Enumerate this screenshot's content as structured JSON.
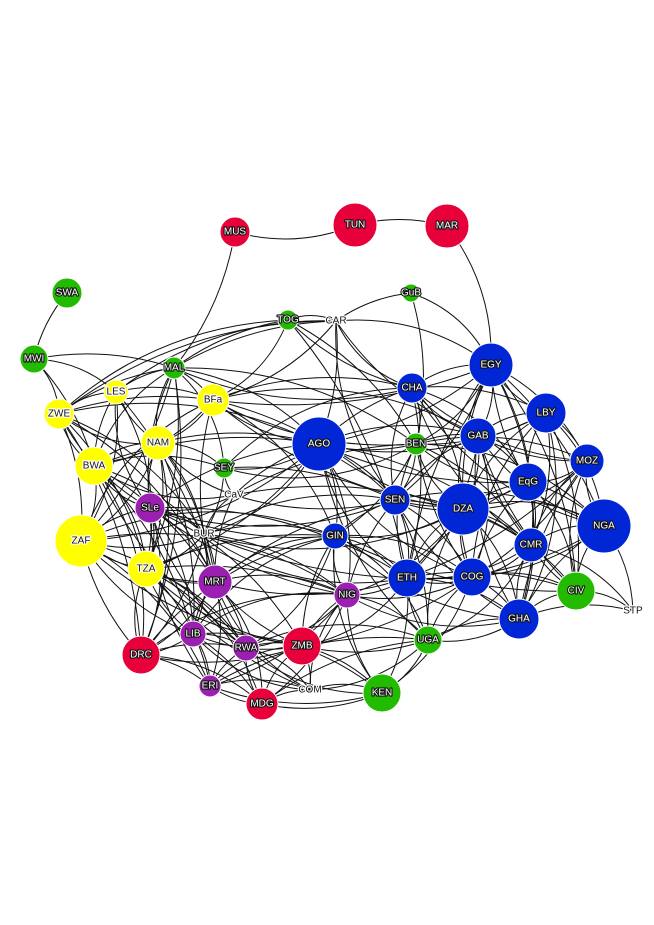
{
  "colors": {
    "yellow": "#ffff00",
    "red": "#e8003a",
    "blue": "#0026d6",
    "green": "#22bb00",
    "purple": "#9b1fb0",
    "none": "#ffffff",
    "edge": "#111111"
  },
  "nodes": [
    {
      "id": "MUS",
      "label": "MUS",
      "group": "red"
    },
    {
      "id": "TUN",
      "label": "TUN",
      "group": "red"
    },
    {
      "id": "MAR",
      "label": "MAR",
      "group": "red"
    },
    {
      "id": "SWA",
      "label": "SWA",
      "group": "green"
    },
    {
      "id": "GuB",
      "label": "GuB",
      "group": "green"
    },
    {
      "id": "TOG",
      "label": "TOG",
      "group": "green"
    },
    {
      "id": "CAR",
      "label": "CAR",
      "group": "none"
    },
    {
      "id": "MWI",
      "label": "MWI",
      "group": "green"
    },
    {
      "id": "MAL",
      "label": "MAL",
      "group": "green"
    },
    {
      "id": "EGY",
      "label": "EGY",
      "group": "blue"
    },
    {
      "id": "LES",
      "label": "LES",
      "group": "yellow"
    },
    {
      "id": "CHA",
      "label": "CHA",
      "group": "blue"
    },
    {
      "id": "ZWE",
      "label": "ZWE",
      "group": "yellow"
    },
    {
      "id": "BFa",
      "label": "BFa",
      "group": "yellow"
    },
    {
      "id": "LBY",
      "label": "LBY",
      "group": "blue"
    },
    {
      "id": "AGO",
      "label": "AGO",
      "group": "blue"
    },
    {
      "id": "NAM",
      "label": "NAM",
      "group": "yellow"
    },
    {
      "id": "BEN",
      "label": "BEN",
      "group": "green"
    },
    {
      "id": "GAB",
      "label": "GAB",
      "group": "blue"
    },
    {
      "id": "MOZ",
      "label": "MOZ",
      "group": "blue"
    },
    {
      "id": "BWA",
      "label": "BWA",
      "group": "yellow"
    },
    {
      "id": "SEY",
      "label": "SEY",
      "group": "green"
    },
    {
      "id": "EqG",
      "label": "EqG",
      "group": "blue"
    },
    {
      "id": "CaV",
      "label": "CaV",
      "group": "none"
    },
    {
      "id": "SEN",
      "label": "SEN",
      "group": "blue"
    },
    {
      "id": "SLe",
      "label": "SLe",
      "group": "purple"
    },
    {
      "id": "DZA",
      "label": "DZA",
      "group": "blue"
    },
    {
      "id": "NGA",
      "label": "NGA",
      "group": "blue"
    },
    {
      "id": "ZAF",
      "label": "ZAF",
      "group": "yellow"
    },
    {
      "id": "BUR",
      "label": "BUR",
      "group": "none"
    },
    {
      "id": "GIN",
      "label": "GIN",
      "group": "blue"
    },
    {
      "id": "CMR",
      "label": "CMR",
      "group": "blue"
    },
    {
      "id": "TZA",
      "label": "TZA",
      "group": "yellow"
    },
    {
      "id": "MRT",
      "label": "MRT",
      "group": "purple"
    },
    {
      "id": "ETH",
      "label": "ETH",
      "group": "blue"
    },
    {
      "id": "COG",
      "label": "COG",
      "group": "blue"
    },
    {
      "id": "CIV",
      "label": "CIV",
      "group": "green"
    },
    {
      "id": "NIG",
      "label": "NIG",
      "group": "purple"
    },
    {
      "id": "STP",
      "label": "STP",
      "group": "none"
    },
    {
      "id": "GHA",
      "label": "GHA",
      "group": "blue"
    },
    {
      "id": "LIB",
      "label": "LIB",
      "group": "purple"
    },
    {
      "id": "DRC",
      "label": "DRC",
      "group": "red"
    },
    {
      "id": "RWA",
      "label": "RWA",
      "group": "purple"
    },
    {
      "id": "ZMB",
      "label": "ZMB",
      "group": "red"
    },
    {
      "id": "UGA",
      "label": "UGA",
      "group": "green"
    },
    {
      "id": "ERI",
      "label": "ERI",
      "group": "purple"
    },
    {
      "id": "COM",
      "label": "COM",
      "group": "none"
    },
    {
      "id": "KEN",
      "label": "KEN",
      "group": "green"
    },
    {
      "id": "MDG",
      "label": "MDG",
      "group": "red"
    }
  ],
  "edges": [
    [
      "MUS",
      "TUN"
    ],
    [
      "TUN",
      "MAR"
    ],
    [
      "MAR",
      "EGY"
    ],
    [
      "MUS",
      "MAL"
    ],
    [
      "SWA",
      "MWI"
    ],
    [
      "GuB",
      "EGY"
    ],
    [
      "GuB",
      "CAR"
    ],
    [
      "GuB",
      "BEN"
    ],
    [
      "CAR",
      "TOG"
    ],
    [
      "CAR",
      "MAL"
    ],
    [
      "CAR",
      "ZWE"
    ],
    [
      "CAR",
      "LES"
    ],
    [
      "CAR",
      "BFa"
    ],
    [
      "CAR",
      "AGO"
    ],
    [
      "CAR",
      "CHA"
    ],
    [
      "CAR",
      "EGY"
    ],
    [
      "CAR",
      "SEN"
    ],
    [
      "CAR",
      "GAB"
    ],
    [
      "TOG",
      "MAL"
    ],
    [
      "TOG",
      "BFa"
    ],
    [
      "TOG",
      "ETH"
    ],
    [
      "TOG",
      "BEN"
    ],
    [
      "TOG",
      "CHA"
    ],
    [
      "TOG",
      "ZWE"
    ],
    [
      "MWI",
      "ZWE"
    ],
    [
      "MWI",
      "MAL"
    ],
    [
      "MWI",
      "BWA"
    ],
    [
      "MWI",
      "LES"
    ],
    [
      "MAL",
      "LES"
    ],
    [
      "MAL",
      "ZWE"
    ],
    [
      "MAL",
      "NAM"
    ],
    [
      "MAL",
      "BFa"
    ],
    [
      "MAL",
      "BWA"
    ],
    [
      "MAL",
      "ZAF"
    ],
    [
      "MAL",
      "SLe"
    ],
    [
      "MAL",
      "TZA"
    ],
    [
      "MAL",
      "AGO"
    ],
    [
      "MAL",
      "CHA"
    ],
    [
      "MAL",
      "BEN"
    ],
    [
      "MAL",
      "DRC"
    ],
    [
      "MAL",
      "SEY"
    ],
    [
      "LES",
      "ZWE"
    ],
    [
      "LES",
      "NAM"
    ],
    [
      "LES",
      "BWA"
    ],
    [
      "LES",
      "ZAF"
    ],
    [
      "LES",
      "SLe"
    ],
    [
      "LES",
      "TZA"
    ],
    [
      "LES",
      "BFa"
    ],
    [
      "LES",
      "MRT"
    ],
    [
      "ZWE",
      "NAM"
    ],
    [
      "ZWE",
      "BWA"
    ],
    [
      "ZWE",
      "ZAF"
    ],
    [
      "ZWE",
      "TZA"
    ],
    [
      "ZWE",
      "SLe"
    ],
    [
      "ZWE",
      "DRC"
    ],
    [
      "ZWE",
      "BUR"
    ],
    [
      "ZWE",
      "AGO"
    ],
    [
      "ZWE",
      "MRT"
    ],
    [
      "ZWE",
      "BFa"
    ],
    [
      "BFa",
      "NAM"
    ],
    [
      "BFa",
      "BWA"
    ],
    [
      "BFa",
      "ZAF"
    ],
    [
      "BFa",
      "SEN"
    ],
    [
      "BFa",
      "AGO"
    ],
    [
      "BFa",
      "CHA"
    ],
    [
      "BFa",
      "BEN"
    ],
    [
      "BFa",
      "GIN"
    ],
    [
      "BFa",
      "GAB"
    ],
    [
      "BFa",
      "MRT"
    ],
    [
      "BFa",
      "EGY"
    ],
    [
      "BFa",
      "DZA"
    ],
    [
      "NAM",
      "BWA"
    ],
    [
      "NAM",
      "ZAF"
    ],
    [
      "NAM",
      "TZA"
    ],
    [
      "NAM",
      "SLe"
    ],
    [
      "NAM",
      "AGO"
    ],
    [
      "NAM",
      "BUR"
    ],
    [
      "NAM",
      "MRT"
    ],
    [
      "NAM",
      "CaV"
    ],
    [
      "NAM",
      "SEY"
    ],
    [
      "NAM",
      "DRC"
    ],
    [
      "NAM",
      "LIB"
    ],
    [
      "BWA",
      "ZAF"
    ],
    [
      "BWA",
      "TZA"
    ],
    [
      "BWA",
      "SLe"
    ],
    [
      "BWA",
      "DRC"
    ],
    [
      "BWA",
      "BUR"
    ],
    [
      "BWA",
      "AGO"
    ],
    [
      "BWA",
      "CaV"
    ],
    [
      "BWA",
      "MRT"
    ],
    [
      "BWA",
      "SEY"
    ],
    [
      "BWA",
      "LIB"
    ],
    [
      "BWA",
      "RWA"
    ],
    [
      "ZAF",
      "TZA"
    ],
    [
      "ZAF",
      "SLe"
    ],
    [
      "ZAF",
      "DRC"
    ],
    [
      "ZAF",
      "BUR"
    ],
    [
      "ZAF",
      "MRT"
    ],
    [
      "ZAF",
      "AGO"
    ],
    [
      "ZAF",
      "LIB"
    ],
    [
      "ZAF",
      "RWA"
    ],
    [
      "ZAF",
      "ERI"
    ],
    [
      "ZAF",
      "GIN"
    ],
    [
      "ZAF",
      "NIG"
    ],
    [
      "ZAF",
      "ZMB"
    ],
    [
      "SLe",
      "TZA"
    ],
    [
      "SLe",
      "BUR"
    ],
    [
      "SLe",
      "MRT"
    ],
    [
      "SLe",
      "CaV"
    ],
    [
      "SLe",
      "DRC"
    ],
    [
      "SLe",
      "LIB"
    ],
    [
      "SLe",
      "RWA"
    ],
    [
      "SLe",
      "GIN"
    ],
    [
      "SLe",
      "NIG"
    ],
    [
      "SLe",
      "SEN"
    ],
    [
      "SLe",
      "AGO"
    ],
    [
      "SLe",
      "ERI"
    ],
    [
      "SLe",
      "ZMB"
    ],
    [
      "SLe",
      "ETH"
    ],
    [
      "TZA",
      "DRC"
    ],
    [
      "TZA",
      "MRT"
    ],
    [
      "TZA",
      "BUR"
    ],
    [
      "TZA",
      "LIB"
    ],
    [
      "TZA",
      "RWA"
    ],
    [
      "TZA",
      "ERI"
    ],
    [
      "TZA",
      "MDG"
    ],
    [
      "TZA",
      "ZMB"
    ],
    [
      "TZA",
      "GIN"
    ],
    [
      "TZA",
      "NIG"
    ],
    [
      "TZA",
      "COM"
    ],
    [
      "TZA",
      "AGO"
    ],
    [
      "DRC",
      "LIB"
    ],
    [
      "DRC",
      "MRT"
    ],
    [
      "DRC",
      "RWA"
    ],
    [
      "DRC",
      "ERI"
    ],
    [
      "DRC",
      "MDG"
    ],
    [
      "DRC",
      "BUR"
    ],
    [
      "DRC",
      "GIN"
    ],
    [
      "DRC",
      "NIG"
    ],
    [
      "DRC",
      "ZMB"
    ],
    [
      "MRT",
      "BUR"
    ],
    [
      "MRT",
      "CaV"
    ],
    [
      "MRT",
      "LIB"
    ],
    [
      "MRT",
      "RWA"
    ],
    [
      "MRT",
      "ERI"
    ],
    [
      "MRT",
      "MDG"
    ],
    [
      "MRT",
      "ZMB"
    ],
    [
      "MRT",
      "NIG"
    ],
    [
      "MRT",
      "GIN"
    ],
    [
      "MRT",
      "COM"
    ],
    [
      "MRT",
      "SEN"
    ],
    [
      "MRT",
      "ETH"
    ],
    [
      "LIB",
      "RWA"
    ],
    [
      "LIB",
      "ERI"
    ],
    [
      "LIB",
      "MDG"
    ],
    [
      "LIB",
      "ZMB"
    ],
    [
      "LIB",
      "COM"
    ],
    [
      "LIB",
      "BUR"
    ],
    [
      "LIB",
      "NIG"
    ],
    [
      "LIB",
      "GIN"
    ],
    [
      "LIB",
      "KEN"
    ],
    [
      "RWA",
      "ERI"
    ],
    [
      "RWA",
      "MDG"
    ],
    [
      "RWA",
      "ZMB"
    ],
    [
      "RWA",
      "COM"
    ],
    [
      "RWA",
      "NIG"
    ],
    [
      "RWA",
      "UGA"
    ],
    [
      "RWA",
      "GIN"
    ],
    [
      "RWA",
      "KEN"
    ],
    [
      "RWA",
      "BUR"
    ],
    [
      "ERI",
      "MDG"
    ],
    [
      "ERI",
      "COM"
    ],
    [
      "ERI",
      "ZMB"
    ],
    [
      "ERI",
      "KEN"
    ],
    [
      "ERI",
      "UGA"
    ],
    [
      "ERI",
      "NIG"
    ],
    [
      "MDG",
      "COM"
    ],
    [
      "MDG",
      "ZMB"
    ],
    [
      "MDG",
      "KEN"
    ],
    [
      "MDG",
      "UGA"
    ],
    [
      "MDG",
      "NIG"
    ],
    [
      "COM",
      "KEN"
    ],
    [
      "COM",
      "ZMB"
    ],
    [
      "COM",
      "UGA"
    ],
    [
      "COM",
      "NIG"
    ],
    [
      "ZMB",
      "NIG"
    ],
    [
      "ZMB",
      "GIN"
    ],
    [
      "ZMB",
      "UGA"
    ],
    [
      "ZMB",
      "ETH"
    ],
    [
      "ZMB",
      "COG"
    ],
    [
      "ZMB",
      "KEN"
    ],
    [
      "BUR",
      "CaV"
    ],
    [
      "BUR",
      "SEY"
    ],
    [
      "BUR",
      "GIN"
    ],
    [
      "BUR",
      "NIG"
    ],
    [
      "BUR",
      "AGO"
    ],
    [
      "BUR",
      "SEN"
    ],
    [
      "BUR",
      "ETH"
    ],
    [
      "BUR",
      "COG"
    ],
    [
      "BUR",
      "DZA"
    ],
    [
      "CaV",
      "SEY"
    ],
    [
      "CaV",
      "AGO"
    ],
    [
      "CaV",
      "SEN"
    ],
    [
      "CaV",
      "BEN"
    ],
    [
      "CaV",
      "DZA"
    ],
    [
      "SEY",
      "AGO"
    ],
    [
      "SEY",
      "BEN"
    ],
    [
      "SEY",
      "SEN"
    ],
    [
      "SEY",
      "CHA"
    ],
    [
      "AGO",
      "CHA"
    ],
    [
      "AGO",
      "BEN"
    ],
    [
      "AGO",
      "SEN"
    ],
    [
      "AGO",
      "GIN"
    ],
    [
      "AGO",
      "DZA"
    ],
    [
      "AGO",
      "GAB"
    ],
    [
      "AGO",
      "EGY"
    ],
    [
      "AGO",
      "NIG"
    ],
    [
      "AGO",
      "ETH"
    ],
    [
      "AGO",
      "COG"
    ],
    [
      "AGO",
      "EqG"
    ],
    [
      "AGO",
      "LBY"
    ],
    [
      "AGO",
      "CMR"
    ],
    [
      "AGO",
      "UGA"
    ],
    [
      "CHA",
      "BEN"
    ],
    [
      "CHA",
      "EGY"
    ],
    [
      "CHA",
      "GAB"
    ],
    [
      "CHA",
      "LBY"
    ],
    [
      "CHA",
      "DZA"
    ],
    [
      "CHA",
      "EqG"
    ],
    [
      "CHA",
      "SEN"
    ],
    [
      "CHA",
      "MOZ"
    ],
    [
      "CHA",
      "NGA"
    ],
    [
      "CHA",
      "CMR"
    ],
    [
      "CHA",
      "ETH"
    ],
    [
      "BEN",
      "SEN"
    ],
    [
      "BEN",
      "GAB"
    ],
    [
      "BEN",
      "EGY"
    ],
    [
      "BEN",
      "DZA"
    ],
    [
      "BEN",
      "EqG"
    ],
    [
      "BEN",
      "LBY"
    ],
    [
      "BEN",
      "MOZ"
    ],
    [
      "BEN",
      "NGA"
    ],
    [
      "BEN",
      "CMR"
    ],
    [
      "BEN",
      "ETH"
    ],
    [
      "BEN",
      "COG"
    ],
    [
      "BEN",
      "GIN"
    ],
    [
      "EGY",
      "GAB"
    ],
    [
      "EGY",
      "LBY"
    ],
    [
      "EGY",
      "MOZ"
    ],
    [
      "EGY",
      "DZA"
    ],
    [
      "EGY",
      "EqG"
    ],
    [
      "EGY",
      "NGA"
    ],
    [
      "EGY",
      "CMR"
    ],
    [
      "EGY",
      "COG"
    ],
    [
      "EGY",
      "SEN"
    ],
    [
      "EGY",
      "ETH"
    ],
    [
      "EGY",
      "GHA"
    ],
    [
      "EGY",
      "CIV"
    ],
    [
      "GAB",
      "LBY"
    ],
    [
      "GAB",
      "MOZ"
    ],
    [
      "GAB",
      "EqG"
    ],
    [
      "GAB",
      "DZA"
    ],
    [
      "GAB",
      "NGA"
    ],
    [
      "GAB",
      "CMR"
    ],
    [
      "GAB",
      "COG"
    ],
    [
      "GAB",
      "ETH"
    ],
    [
      "GAB",
      "SEN"
    ],
    [
      "GAB",
      "GHA"
    ],
    [
      "GAB",
      "CIV"
    ],
    [
      "LBY",
      "MOZ"
    ],
    [
      "LBY",
      "EqG"
    ],
    [
      "LBY",
      "DZA"
    ],
    [
      "LBY",
      "NGA"
    ],
    [
      "LBY",
      "CMR"
    ],
    [
      "LBY",
      "COG"
    ],
    [
      "LBY",
      "CIV"
    ],
    [
      "LBY",
      "GHA"
    ],
    [
      "MOZ",
      "EqG"
    ],
    [
      "MOZ",
      "NGA"
    ],
    [
      "MOZ",
      "CMR"
    ],
    [
      "MOZ",
      "DZA"
    ],
    [
      "MOZ",
      "COG"
    ],
    [
      "MOZ",
      "GHA"
    ],
    [
      "MOZ",
      "CIV"
    ],
    [
      "MOZ",
      "ETH"
    ],
    [
      "EqG",
      "DZA"
    ],
    [
      "EqG",
      "NGA"
    ],
    [
      "EqG",
      "CMR"
    ],
    [
      "EqG",
      "COG"
    ],
    [
      "EqG",
      "ETH"
    ],
    [
      "EqG",
      "GHA"
    ],
    [
      "EqG",
      "CIV"
    ],
    [
      "EqG",
      "SEN"
    ],
    [
      "DZA",
      "SEN"
    ],
    [
      "DZA",
      "NGA"
    ],
    [
      "DZA",
      "CMR"
    ],
    [
      "DZA",
      "COG"
    ],
    [
      "DZA",
      "ETH"
    ],
    [
      "DZA",
      "GIN"
    ],
    [
      "DZA",
      "GHA"
    ],
    [
      "DZA",
      "CIV"
    ],
    [
      "DZA",
      "NIG"
    ],
    [
      "DZA",
      "UGA"
    ],
    [
      "NGA",
      "CMR"
    ],
    [
      "NGA",
      "COG"
    ],
    [
      "NGA",
      "CIV"
    ],
    [
      "NGA",
      "GHA"
    ],
    [
      "NGA",
      "STP"
    ],
    [
      "NGA",
      "ETH"
    ],
    [
      "NGA",
      "SEN"
    ],
    [
      "CMR",
      "COG"
    ],
    [
      "CMR",
      "CIV"
    ],
    [
      "CMR",
      "GHA"
    ],
    [
      "CMR",
      "ETH"
    ],
    [
      "CMR",
      "STP"
    ],
    [
      "CMR",
      "UGA"
    ],
    [
      "CMR",
      "SEN"
    ],
    [
      "SEN",
      "GIN"
    ],
    [
      "SEN",
      "ETH"
    ],
    [
      "SEN",
      "COG"
    ],
    [
      "SEN",
      "NIG"
    ],
    [
      "SEN",
      "UGA"
    ],
    [
      "SEN",
      "GHA"
    ],
    [
      "GIN",
      "ETH"
    ],
    [
      "GIN",
      "NIG"
    ],
    [
      "GIN",
      "COG"
    ],
    [
      "GIN",
      "UGA"
    ],
    [
      "GIN",
      "GHA"
    ],
    [
      "GIN",
      "CIV"
    ],
    [
      "GIN",
      "KEN"
    ],
    [
      "ETH",
      "COG"
    ],
    [
      "ETH",
      "NIG"
    ],
    [
      "ETH",
      "UGA"
    ],
    [
      "ETH",
      "GHA"
    ],
    [
      "ETH",
      "CIV"
    ],
    [
      "ETH",
      "KEN"
    ],
    [
      "COG",
      "CIV"
    ],
    [
      "COG",
      "GHA"
    ],
    [
      "COG",
      "UGA"
    ],
    [
      "COG",
      "NIG"
    ],
    [
      "COG",
      "KEN"
    ],
    [
      "CIV",
      "GHA"
    ],
    [
      "CIV",
      "STP"
    ],
    [
      "GHA",
      "STP"
    ],
    [
      "GHA",
      "UGA"
    ],
    [
      "NIG",
      "UGA"
    ],
    [
      "NIG",
      "KEN"
    ],
    [
      "NIG",
      "GHA"
    ],
    [
      "UGA",
      "KEN"
    ],
    [
      "UGA",
      "GHA"
    ]
  ]
}
